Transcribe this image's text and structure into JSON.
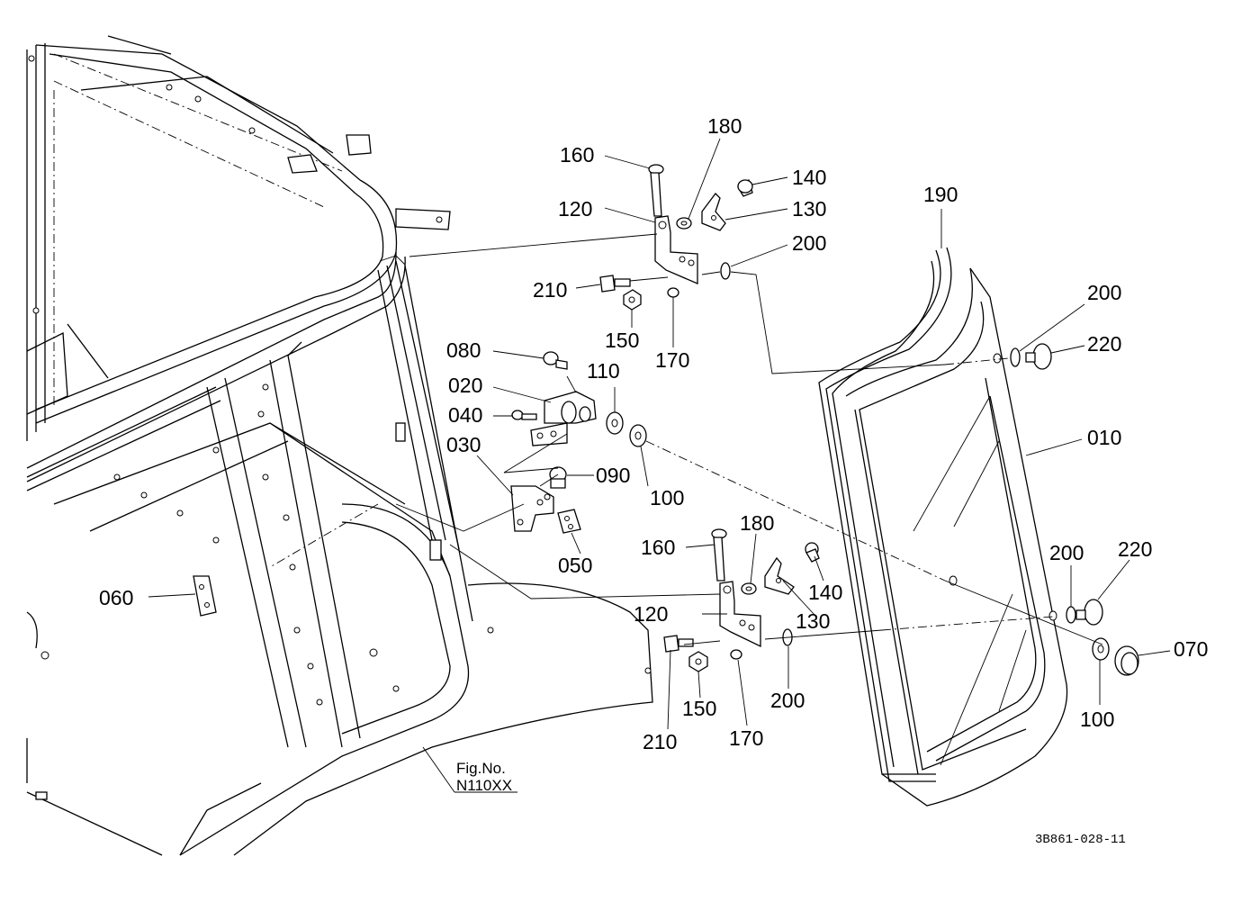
{
  "callouts": {
    "c160_top": "160",
    "c180_top": "180",
    "c140_top": "140",
    "c120_top": "120",
    "c130_top": "130",
    "c190": "190",
    "c200_top": "200",
    "c210_top": "210",
    "c150_top": "150",
    "c170_top": "170",
    "c200_right": "200",
    "c220_right": "220",
    "c080": "080",
    "c110": "110",
    "c020": "020",
    "c040": "040",
    "c010": "010",
    "c030": "030",
    "c090": "090",
    "c100_mid": "100",
    "c050": "050",
    "c160_bot": "160",
    "c180_bot": "180",
    "c060": "060",
    "c140_bot": "140",
    "c200_lowright": "200",
    "c220_lowright": "220",
    "c120_bot": "120",
    "c130_bot": "130",
    "c070": "070",
    "c210_bot": "210",
    "c150_bot": "150",
    "c200_bot": "200",
    "c100_bot": "100",
    "c170_bot": "170"
  },
  "figure_ref": {
    "line1": "Fig.No.",
    "line2": "N110XX"
  },
  "drawing_code": "3B861-028-11"
}
